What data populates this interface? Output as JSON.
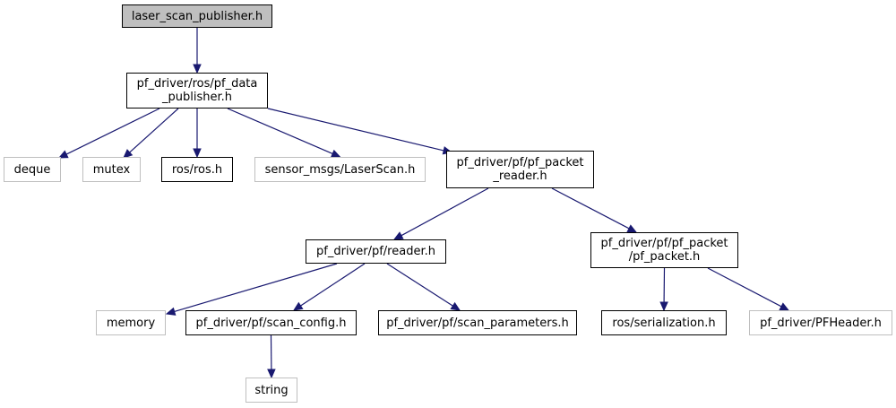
{
  "graph": {
    "nodes": [
      {
        "id": "laser_scan_publisher",
        "lines": [
          "laser_scan_publisher.h"
        ],
        "kind": "root"
      },
      {
        "id": "pf_data_publisher",
        "lines": [
          "pf_driver/ros/pf_data",
          "_publisher.h"
        ],
        "kind": "internal"
      },
      {
        "id": "deque",
        "lines": [
          "deque"
        ],
        "kind": "external"
      },
      {
        "id": "mutex",
        "lines": [
          "mutex"
        ],
        "kind": "external"
      },
      {
        "id": "ros_ros",
        "lines": [
          "ros/ros.h"
        ],
        "kind": "internal"
      },
      {
        "id": "sensor_msgs_laserscan",
        "lines": [
          "sensor_msgs/LaserScan.h"
        ],
        "kind": "external"
      },
      {
        "id": "pf_packet_reader",
        "lines": [
          "pf_driver/pf/pf_packet",
          "_reader.h"
        ],
        "kind": "internal"
      },
      {
        "id": "reader",
        "lines": [
          "pf_driver/pf/reader.h"
        ],
        "kind": "internal"
      },
      {
        "id": "pf_packet",
        "lines": [
          "pf_driver/pf/pf_packet",
          "/pf_packet.h"
        ],
        "kind": "internal"
      },
      {
        "id": "memory",
        "lines": [
          "memory"
        ],
        "kind": "external"
      },
      {
        "id": "scan_config",
        "lines": [
          "pf_driver/pf/scan_config.h"
        ],
        "kind": "internal"
      },
      {
        "id": "scan_parameters",
        "lines": [
          "pf_driver/pf/scan_parameters.h"
        ],
        "kind": "internal"
      },
      {
        "id": "ros_serialization",
        "lines": [
          "ros/serialization.h"
        ],
        "kind": "internal"
      },
      {
        "id": "pfheader",
        "lines": [
          "pf_driver/PFHeader.h"
        ],
        "kind": "external"
      },
      {
        "id": "string",
        "lines": [
          "string"
        ],
        "kind": "external"
      }
    ],
    "edges": [
      [
        "laser_scan_publisher",
        "pf_data_publisher"
      ],
      [
        "pf_data_publisher",
        "deque"
      ],
      [
        "pf_data_publisher",
        "mutex"
      ],
      [
        "pf_data_publisher",
        "ros_ros"
      ],
      [
        "pf_data_publisher",
        "sensor_msgs_laserscan"
      ],
      [
        "pf_data_publisher",
        "pf_packet_reader"
      ],
      [
        "pf_packet_reader",
        "reader"
      ],
      [
        "pf_packet_reader",
        "pf_packet"
      ],
      [
        "reader",
        "memory"
      ],
      [
        "reader",
        "scan_config"
      ],
      [
        "reader",
        "scan_parameters"
      ],
      [
        "pf_packet",
        "ros_serialization"
      ],
      [
        "pf_packet",
        "pfheader"
      ],
      [
        "scan_config",
        "string"
      ]
    ],
    "colors": {
      "edge": "#191970",
      "internal_border": "#000000",
      "external_border": "#bfbfbf",
      "root_fill": "#bfbfbf"
    }
  }
}
